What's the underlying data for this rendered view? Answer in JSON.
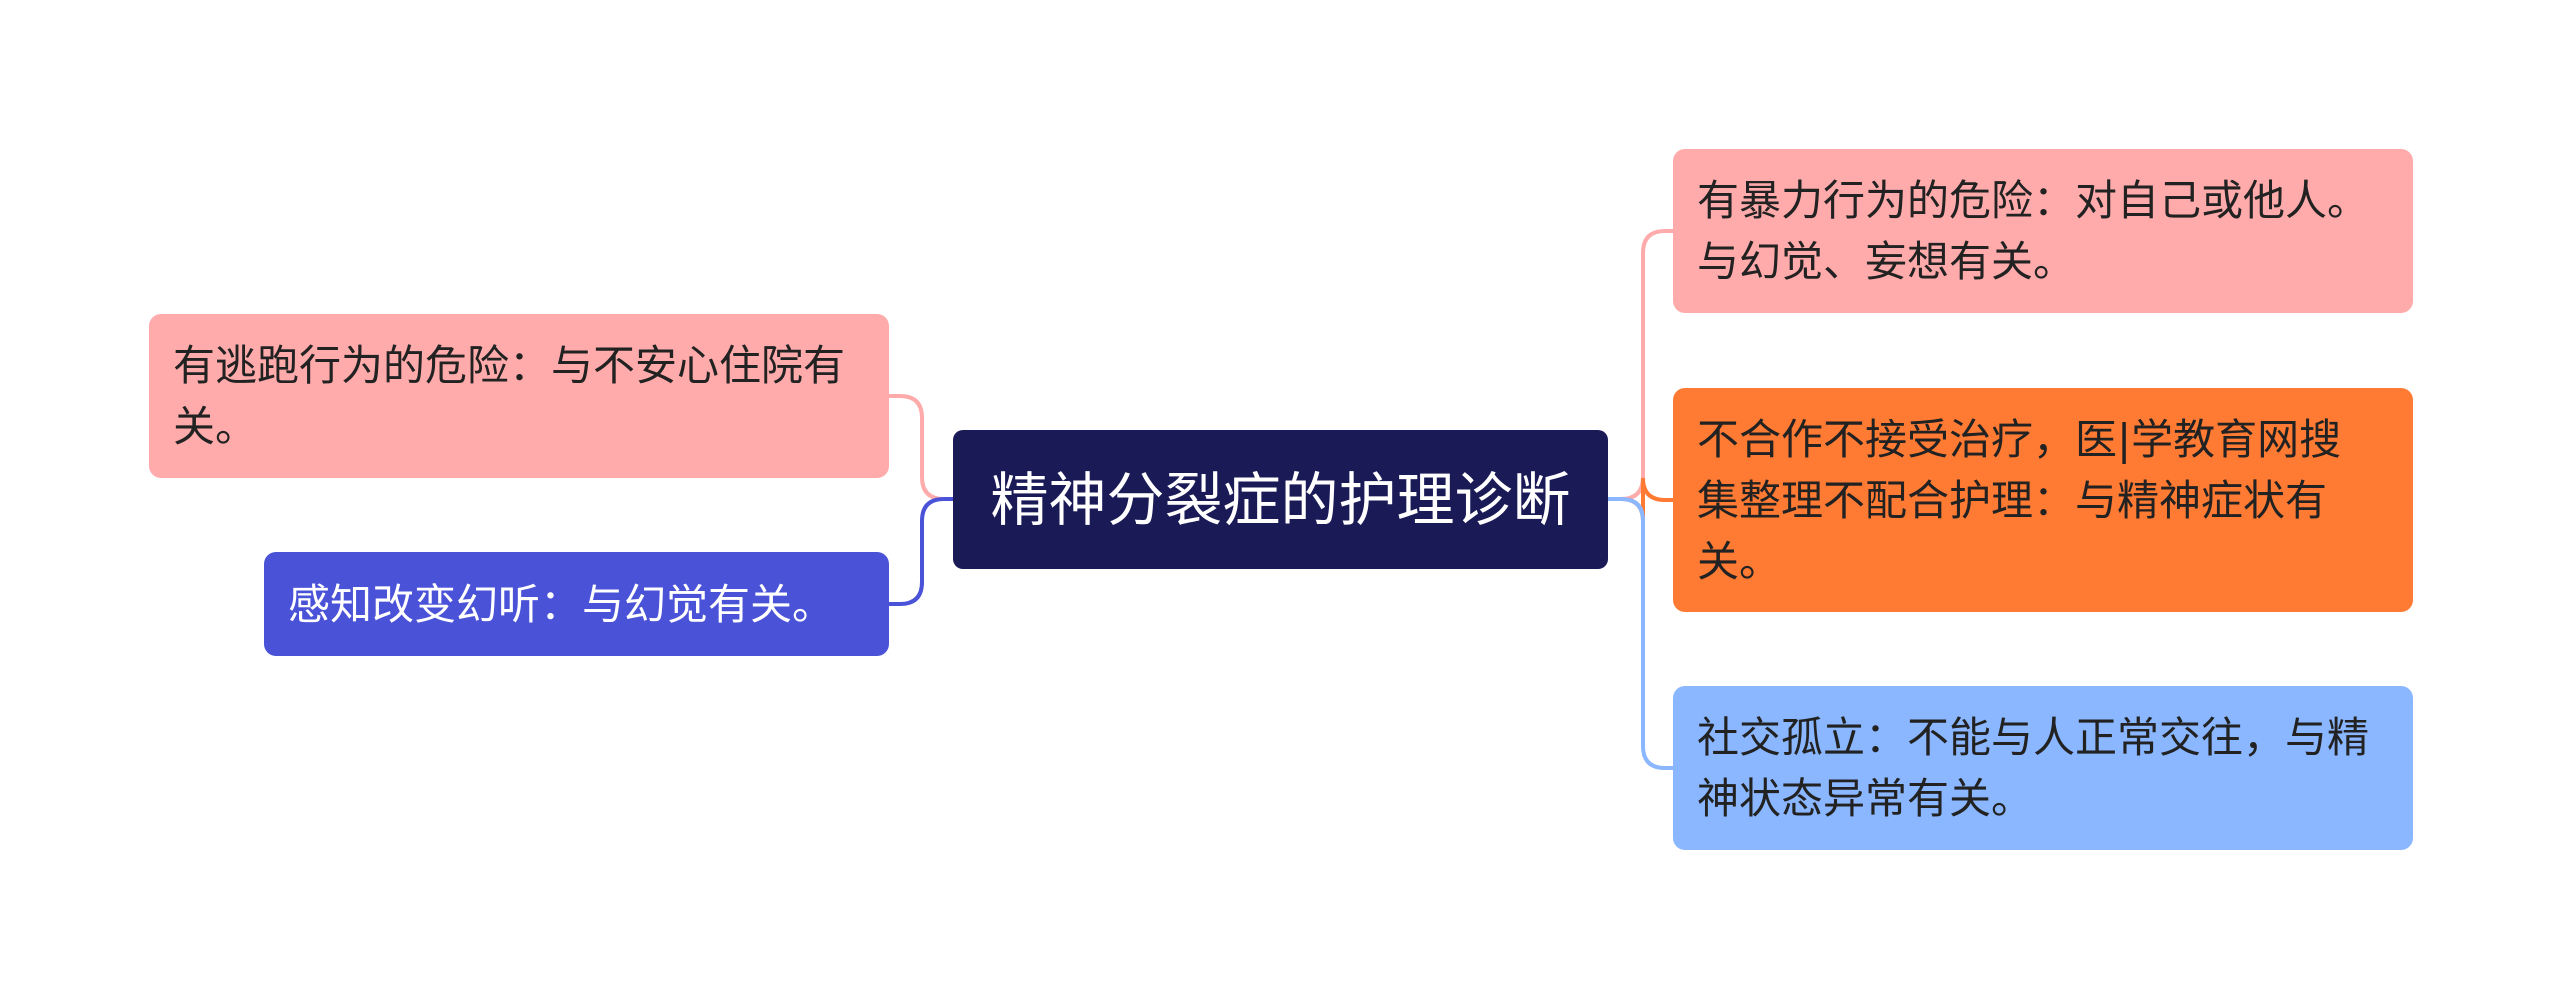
{
  "colors": {
    "background": "#ffffff",
    "center_fill": "#1a1a57",
    "pink": "#ffabab",
    "indigo": "#4a52d8",
    "orange": "#ff7b34",
    "blue": "#8ab7ff",
    "connector_pink": "#ffabab",
    "connector_indigo": "#4a52d8",
    "connector_orange": "#ff7b34",
    "connector_blue": "#8ab7ff"
  },
  "center": {
    "label": "精神分裂症的护理诊断"
  },
  "left_branches": [
    {
      "label": "有逃跑行为的危险：与不安心住院有关。"
    },
    {
      "label": "感知改变幻听：与幻觉有关。"
    }
  ],
  "right_branches": [
    {
      "label": "有暴力行为的危险：对自己或他人。与幻觉、妄想有关。"
    },
    {
      "label": "不合作不接受治疗，医|学教育网搜集整理不配合护理：与精神症状有关。"
    },
    {
      "label": "社交孤立：不能与人正常交往，与精神状态异常有关。"
    }
  ]
}
